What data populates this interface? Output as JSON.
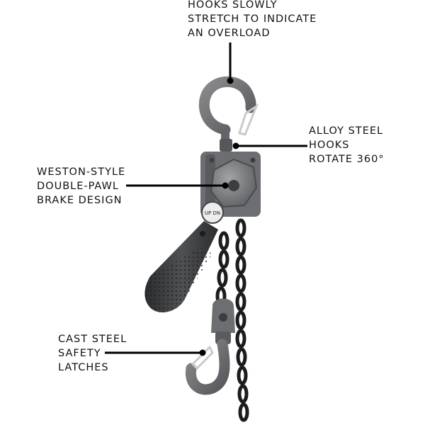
{
  "callouts": {
    "overload": {
      "lines": [
        "HOOKS SLOWLY",
        "STRETCH TO INDICATE",
        "AN OVERLOAD"
      ]
    },
    "rotate": {
      "lines": [
        "ALLOY STEEL",
        "HOOKS",
        "ROTATE 360°"
      ]
    },
    "brake": {
      "lines": [
        "WESTON-STYLE",
        "DOUBLE-PAWL",
        "BRAKE DESIGN"
      ]
    },
    "latches": {
      "lines": [
        "CAST STEEL",
        "SAFETY",
        "LATCHES"
      ]
    }
  },
  "product": {
    "hoist_label": "UP DN",
    "colors": {
      "body": "#6f7072",
      "handle": "#3a3b3d",
      "chain": "#1c1c1e",
      "leader": "#000000"
    }
  }
}
